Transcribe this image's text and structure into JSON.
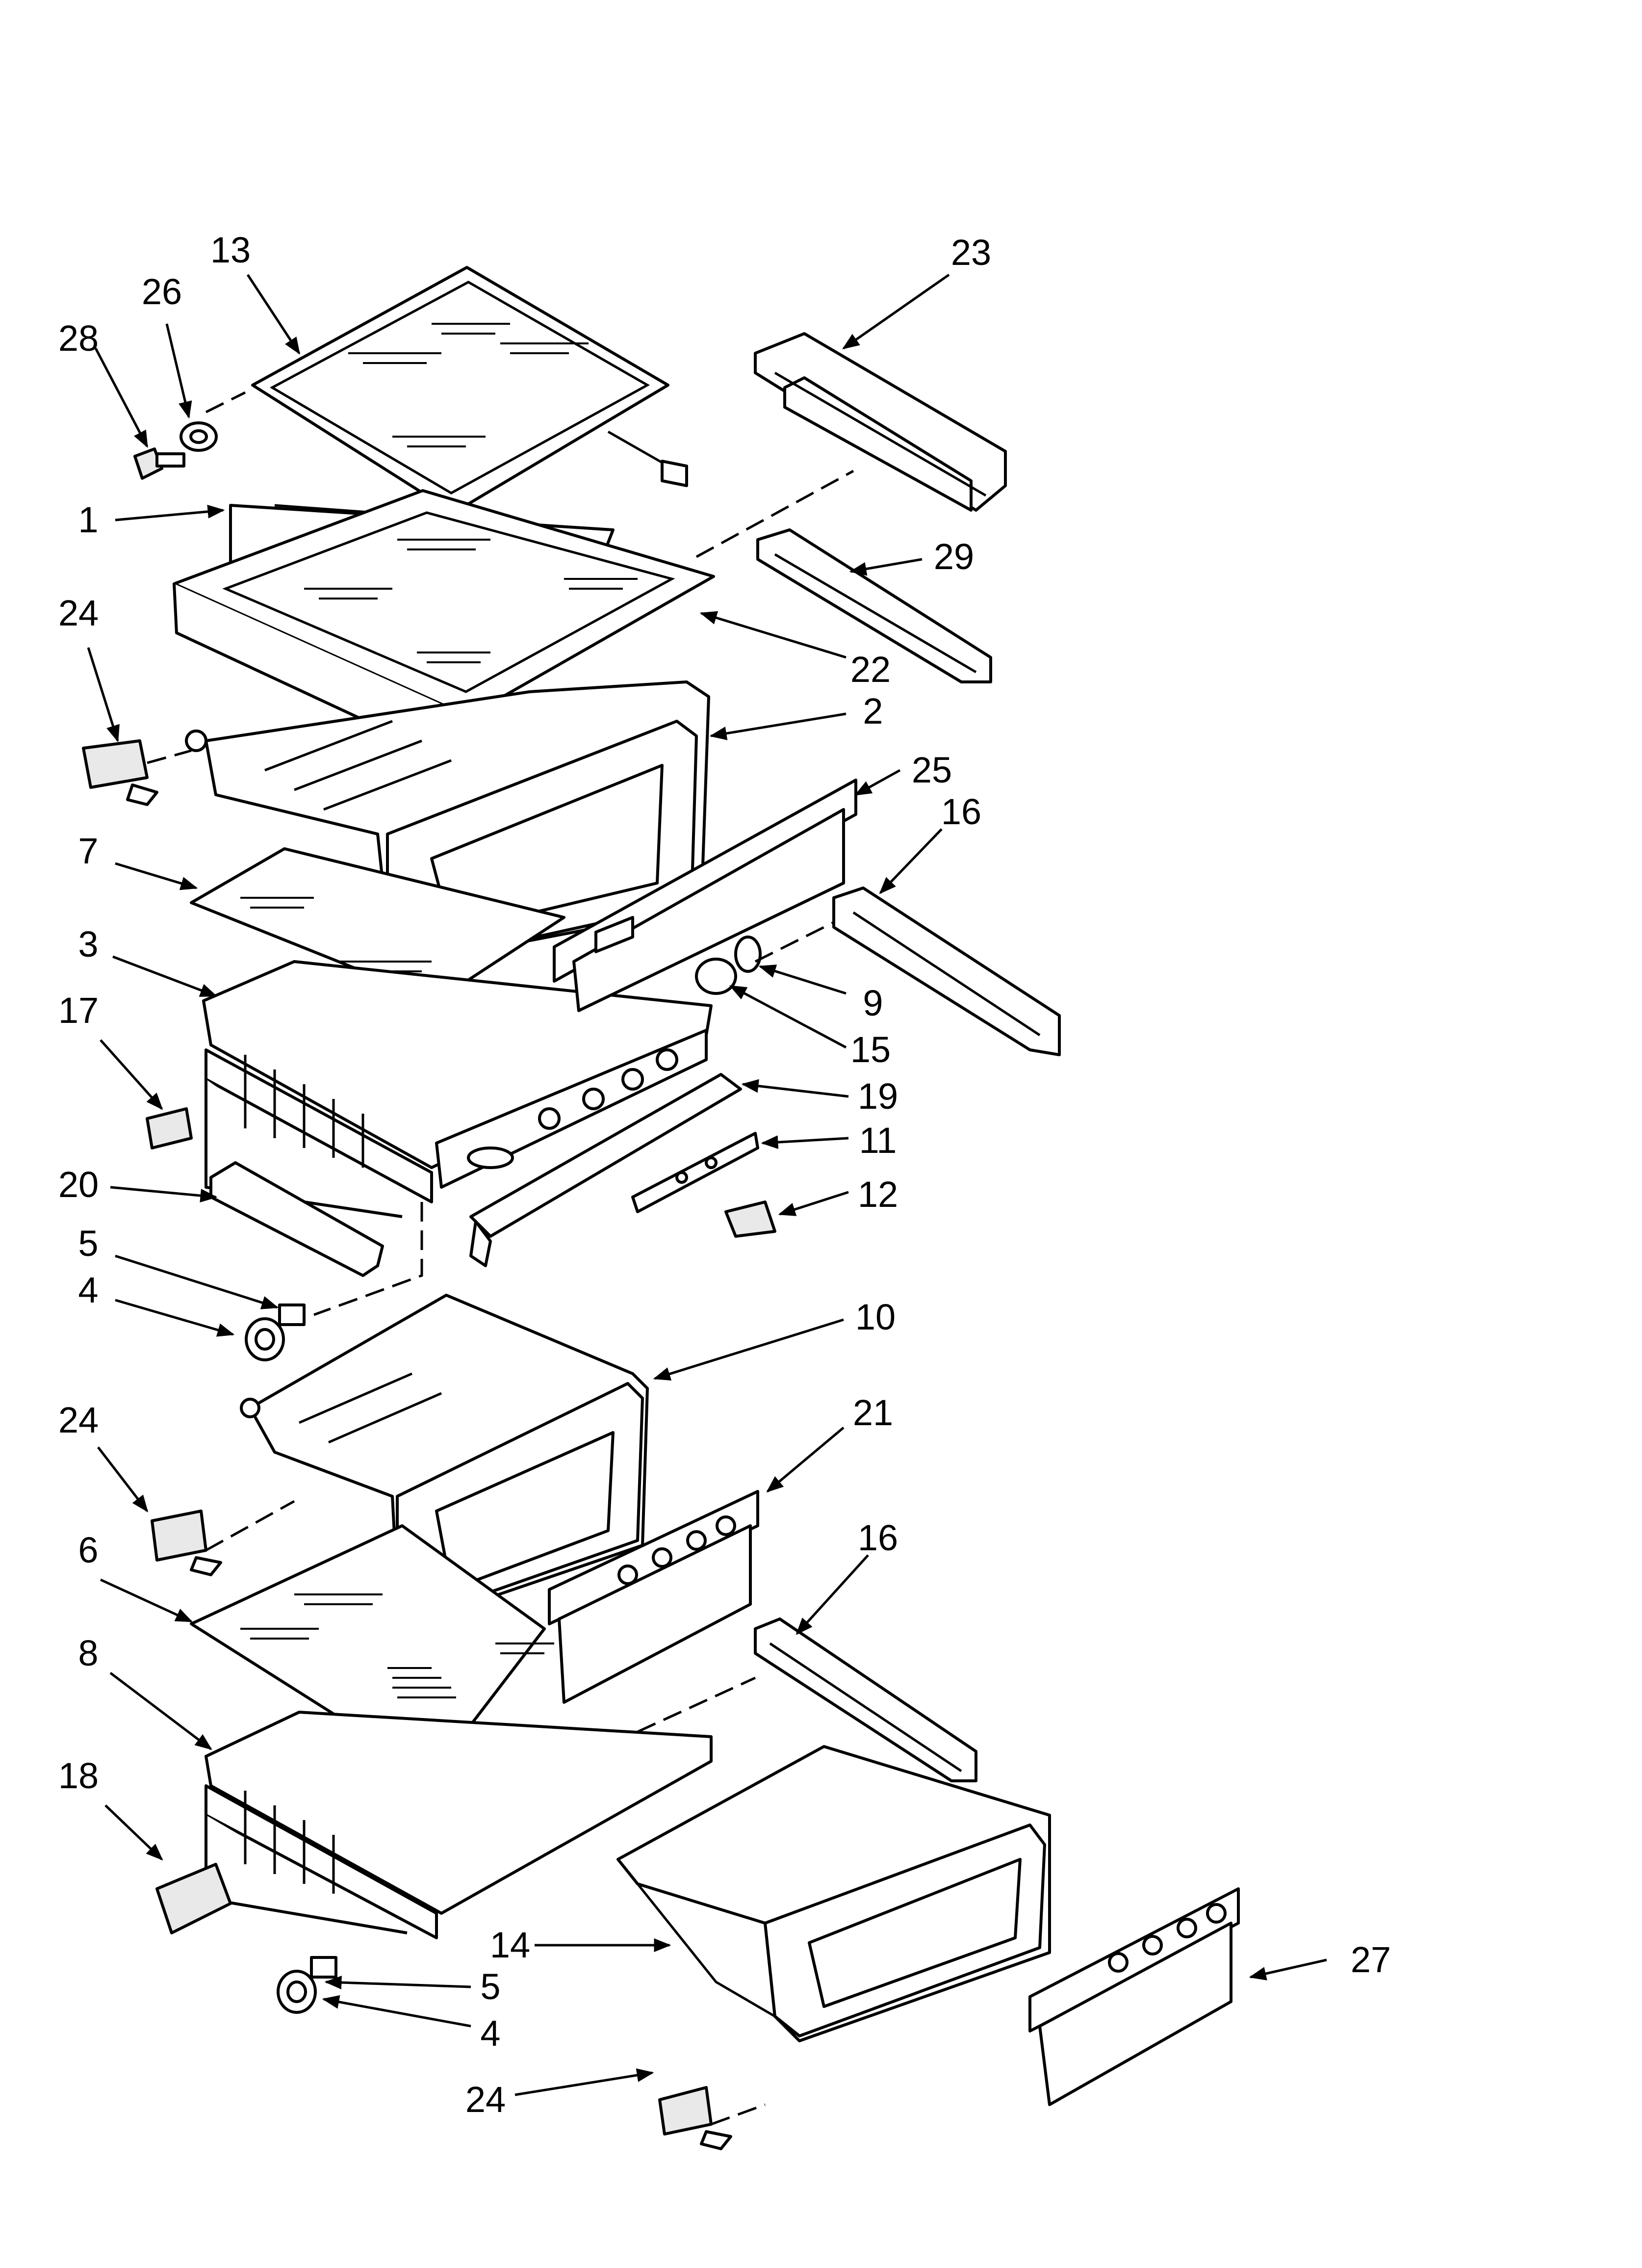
{
  "diagram": {
    "callouts": [
      {
        "id": "c13",
        "text": "13"
      },
      {
        "id": "c26",
        "text": "26"
      },
      {
        "id": "c28",
        "text": "28"
      },
      {
        "id": "c1",
        "text": "1"
      },
      {
        "id": "c24a",
        "text": "24"
      },
      {
        "id": "c7",
        "text": "7"
      },
      {
        "id": "c3",
        "text": "3"
      },
      {
        "id": "c17",
        "text": "17"
      },
      {
        "id": "c20",
        "text": "20"
      },
      {
        "id": "c5a",
        "text": "5"
      },
      {
        "id": "c4a",
        "text": "4"
      },
      {
        "id": "c24b",
        "text": "24"
      },
      {
        "id": "c6",
        "text": "6"
      },
      {
        "id": "c8",
        "text": "8"
      },
      {
        "id": "c18",
        "text": "18"
      },
      {
        "id": "c14",
        "text": "14"
      },
      {
        "id": "c5b",
        "text": "5"
      },
      {
        "id": "c4b",
        "text": "4"
      },
      {
        "id": "c24c",
        "text": "24"
      },
      {
        "id": "c23",
        "text": "23"
      },
      {
        "id": "c29",
        "text": "29"
      },
      {
        "id": "c22",
        "text": "22"
      },
      {
        "id": "c2",
        "text": "2"
      },
      {
        "id": "c25",
        "text": "25"
      },
      {
        "id": "c16a",
        "text": "16"
      },
      {
        "id": "c9",
        "text": "9"
      },
      {
        "id": "c15",
        "text": "15"
      },
      {
        "id": "c19",
        "text": "19"
      },
      {
        "id": "c11",
        "text": "11"
      },
      {
        "id": "c12",
        "text": "12"
      },
      {
        "id": "c10",
        "text": "10"
      },
      {
        "id": "c21",
        "text": "21"
      },
      {
        "id": "c16b",
        "text": "16"
      },
      {
        "id": "c27",
        "text": "27"
      }
    ]
  }
}
